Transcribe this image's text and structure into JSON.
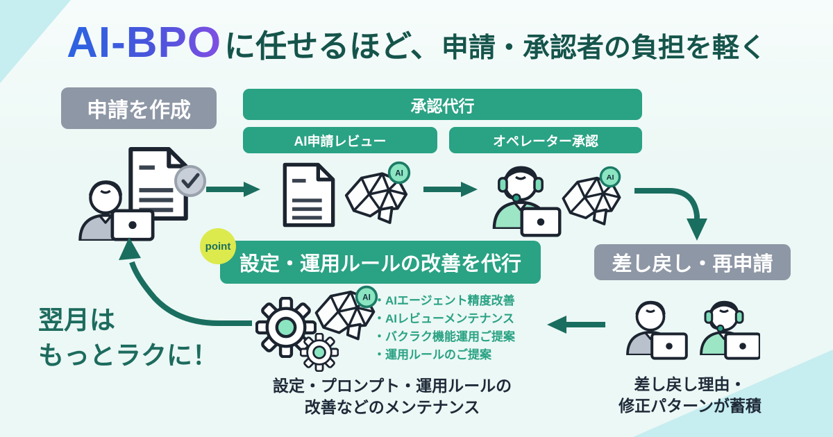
{
  "title": {
    "brand": "AI-BPO",
    "tagline_1": "に任せるほど、",
    "tagline_2": "申請・承認者の負担を軽く"
  },
  "boxes": {
    "create_request": "申請を作成",
    "approval_proxy": "承認代行",
    "ai_review": "AI申請レビュー",
    "operator_approval": "オペレーター承認",
    "rule_improvement": "設定・運用ルールの改善を代行",
    "remand_reapply": "差し戻し・再申請",
    "point_badge": "point"
  },
  "bullets": [
    "・AIエージェント精度改善",
    "・AIレビューメンテナンス",
    "・バクラク機能運用ご提案",
    "・運用ルールのご提案"
  ],
  "captions": {
    "next_month_1": "翌月は",
    "next_month_2": "もっとラクに！",
    "maintenance_1": "設定・プロンプト・運用ルールの",
    "maintenance_2": "改善などのメンテナンス",
    "accumulate_1": "差し戻し理由・",
    "accumulate_2": "修正パターンが蓄積"
  },
  "icons": {
    "ai_badge": "AI",
    "names": [
      "person-laptop-icon",
      "document-check-icon",
      "document-icon",
      "ai-brain-icon",
      "operator-headset-icon",
      "gears-icon",
      "arrow-right-icon",
      "arrow-curve-down-icon",
      "arrow-left-icon",
      "arrow-curve-up-icon"
    ]
  },
  "colors": {
    "green": "#2aa284",
    "gray": "#8e97a5",
    "teal_dark": "#1a6e5f",
    "title_green": "#15544b",
    "navy": "#1e2a38",
    "point_yellow": "#dcea4d",
    "badge_green": "#8ce5c1",
    "badge_ring": "#1b7a66",
    "bg": "#ecf8f5",
    "corner": "#c6edf0",
    "body_gray": "#b9c1cc",
    "body_green": "#9ce6c6"
  }
}
